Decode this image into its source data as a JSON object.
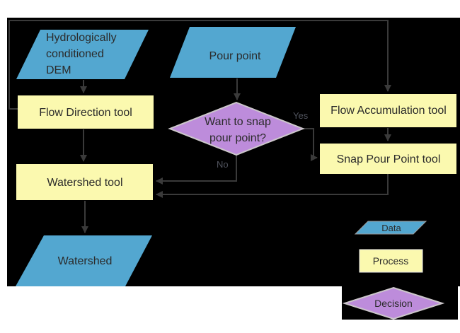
{
  "diagram": {
    "nodes": {
      "dem": {
        "type": "data",
        "lines": [
          "Hydrologically",
          "conditioned",
          "DEM"
        ]
      },
      "pour_point": {
        "type": "data",
        "label": "Pour point"
      },
      "flow_direction": {
        "type": "process",
        "label": "Flow Direction tool"
      },
      "flow_accumulation": {
        "type": "process",
        "label": "Flow Accumulation tool"
      },
      "snap_decision": {
        "type": "decision",
        "lines": [
          "Want to snap",
          "pour point?"
        ]
      },
      "snap_pour_point": {
        "type": "process",
        "label": "Snap Pour Point tool"
      },
      "watershed_tool": {
        "type": "process",
        "label": "Watershed tool"
      },
      "watershed": {
        "type": "data",
        "label": "Watershed"
      }
    },
    "edge_labels": {
      "yes": "Yes",
      "no": "No"
    },
    "legend": {
      "data": "Data",
      "process": "Process",
      "decision": "Decision"
    },
    "colors": {
      "page": "#ffffff",
      "background": "#000000",
      "data_fill": "#53a7d0",
      "process_fill": "#fbf9af",
      "decision_fill": "#bd8cdb",
      "decision_border": "#ccc7cb",
      "legend_border": "#9b9b9b",
      "connector": "#3a3a3a",
      "node_text": "#2b2b2b",
      "edge_label": "#50535d"
    }
  }
}
